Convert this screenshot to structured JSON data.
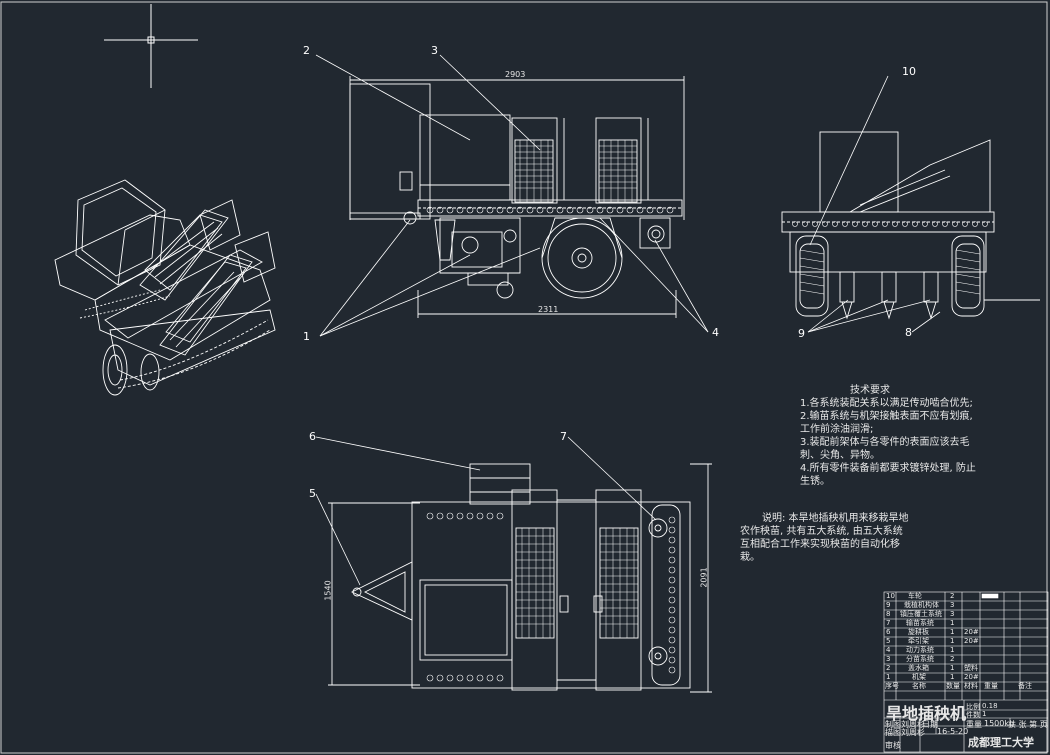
{
  "callouts": {
    "c1": "1",
    "c2": "2",
    "c3": "3",
    "c4": "4",
    "c5": "5",
    "c6": "6",
    "c7": "7",
    "c8": "8",
    "c9": "9",
    "c10": "10"
  },
  "dimensions": {
    "top_overall": "2903",
    "bottom_wheelbase": "2311",
    "plan_width": "1540",
    "plan_length": "2091"
  },
  "tech_requirements": {
    "heading": "技术要求",
    "items": [
      "1.各系统装配关系以满足传动啮合优先;",
      "2.输苗系统与机架接触表面不应有划痕,",
      "工作前涂油润滑;",
      "3.装配前架体与各零件的表面应该去毛",
      "刺、尖角、异物。",
      "4.所有零件装备前都要求镀锌处理, 防止",
      "生锈。"
    ]
  },
  "description": "说明: 本旱地插秧机用来移栽旱地农作秧苗, 共有五大系统, 由五大系统互相配合工作来实现秧苗的自动化移栽。",
  "bom": {
    "rows": [
      {
        "no": "10",
        "name": "车轮",
        "qty": "2",
        "mat": ""
      },
      {
        "no": "9",
        "name": "栽植机构体",
        "qty": "3",
        "mat": ""
      },
      {
        "no": "8",
        "name": "镇压覆土系统",
        "qty": "3",
        "mat": ""
      },
      {
        "no": "7",
        "name": "输苗系统",
        "qty": "1",
        "mat": ""
      },
      {
        "no": "6",
        "name": "旋耕板",
        "qty": "1",
        "mat": "20#"
      },
      {
        "no": "5",
        "name": "牵引架",
        "qty": "1",
        "mat": "20#"
      },
      {
        "no": "4",
        "name": "动力系统",
        "qty": "1",
        "mat": ""
      },
      {
        "no": "3",
        "name": "分苗系统",
        "qty": "2",
        "mat": ""
      },
      {
        "no": "2",
        "name": "盖水箱",
        "qty": "1",
        "mat": "塑料"
      },
      {
        "no": "1",
        "name": "机架",
        "qty": "1",
        "mat": "20#"
      }
    ],
    "header": {
      "no": "序号",
      "name": "名称",
      "qty": "数量",
      "mat": "材料",
      "weight": "重量",
      "remark": "备注"
    }
  },
  "title_block": {
    "name": "旱地插秧机",
    "scale_label": "比例",
    "scale_value": "0.18",
    "qty_label": "件数",
    "qty_value": "1",
    "designer_label": "制图",
    "designer": "刘周杉",
    "date_label": "日期",
    "date": "16-5-20",
    "checker_label": "描图",
    "checker": "刘周杉",
    "reviewer_label": "审核",
    "weight_label": "重量",
    "weight": "1500kg",
    "sheet": "共 张 第 页",
    "school": "成都理工大学"
  },
  "colors": {
    "background": "#212830",
    "lines": "#ffffff"
  }
}
